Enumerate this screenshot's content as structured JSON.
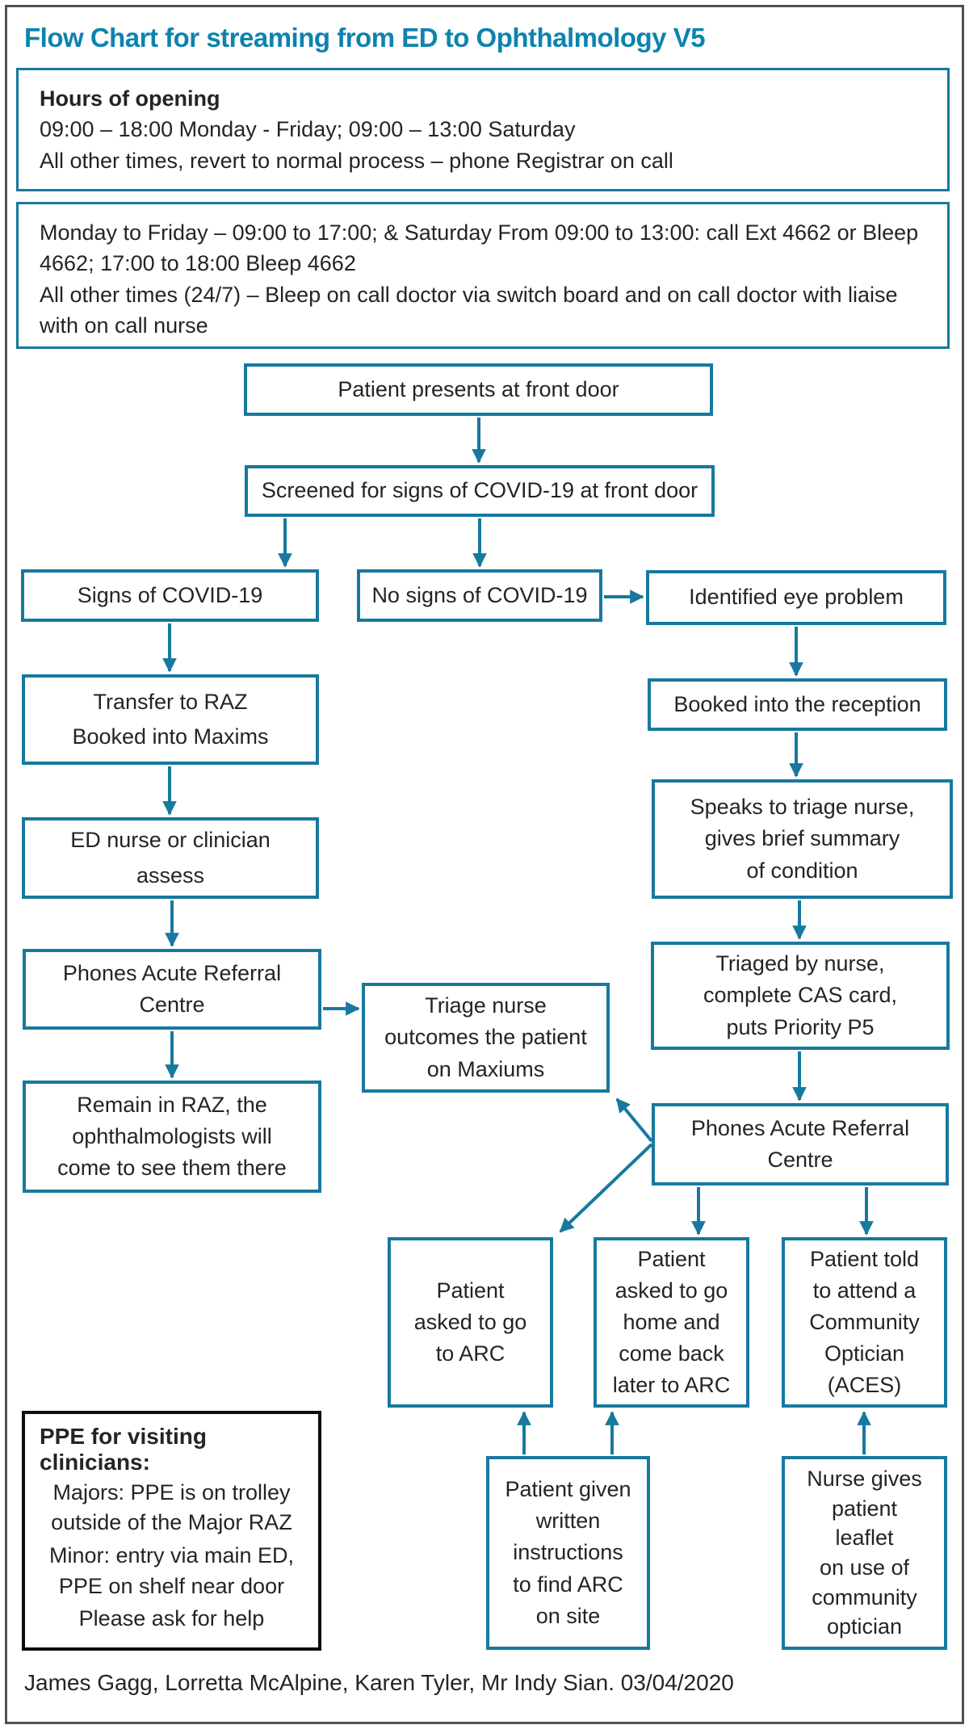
{
  "title": "Flow Chart for streaming from ED to Ophthalmology V5",
  "info_boxes": [
    {
      "heading": "Hours of opening",
      "lines": [
        "09:00 – 18:00 Monday - Friday; 09:00 – 13:00 Saturday",
        "All other times, revert to normal process – phone Registrar on call"
      ]
    },
    {
      "heading": "",
      "lines": [
        "Monday to Friday – 09:00 to 17:00; & Saturday From 09:00 to 13:00: call Ext 4662 or Bleep 4662; 17:00 to 18:00 Bleep 4662",
        "All other times (24/7) – Bleep on call doctor via switch board and on call doctor with liaise with on call nurse"
      ]
    }
  ],
  "nodes": [
    {
      "id": "present",
      "label": "Patient presents at front door"
    },
    {
      "id": "screened",
      "label": "Screened for signs of COVID-19 at front door"
    },
    {
      "id": "signs",
      "label": "Signs of COVID-19"
    },
    {
      "id": "nosigns",
      "label": "No signs of COVID-19"
    },
    {
      "id": "eye",
      "label": "Identified eye problem"
    },
    {
      "id": "transfer",
      "label": "Transfer to RAZ\nBooked into Maxims"
    },
    {
      "id": "reception",
      "label": "Booked into the reception"
    },
    {
      "id": "ednurse",
      "label": "ED nurse or clinician\nassess"
    },
    {
      "id": "speaks",
      "label": "Speaks to triage nurse,\ngives brief summary\nof condition"
    },
    {
      "id": "phones1",
      "label": "Phones Acute Referral\nCentre"
    },
    {
      "id": "triage_outcome",
      "label": "Triage nurse\noutcomes the patient\non Maxiums"
    },
    {
      "id": "triaged",
      "label": "Triaged by nurse,\ncomplete CAS card,\nputs Priority P5"
    },
    {
      "id": "remain",
      "label": "Remain in RAZ, the\nophthalmologists will\ncome to see them there"
    },
    {
      "id": "phones2",
      "label": "Phones Acute Referral\nCentre"
    },
    {
      "id": "go_arc",
      "label": "Patient\nasked to go\nto ARC"
    },
    {
      "id": "go_home",
      "label": "Patient\nasked to go\nhome and\ncome back\nlater to ARC"
    },
    {
      "id": "optician",
      "label": "Patient told\nto attend a\nCommunity\nOptician\n(ACES)"
    },
    {
      "id": "written",
      "label": "Patient given\nwritten\ninstructions\nto find ARC\non site"
    },
    {
      "id": "leaflet",
      "label": "Nurse gives\npatient\nleaflet\non use of\ncommunity\noptician"
    }
  ],
  "edges": [
    {
      "from": "present",
      "to": "screened"
    },
    {
      "from": "screened",
      "to": "signs"
    },
    {
      "from": "screened",
      "to": "nosigns"
    },
    {
      "from": "nosigns",
      "to": "eye"
    },
    {
      "from": "signs",
      "to": "transfer"
    },
    {
      "from": "eye",
      "to": "reception"
    },
    {
      "from": "transfer",
      "to": "ednurse"
    },
    {
      "from": "reception",
      "to": "speaks"
    },
    {
      "from": "ednurse",
      "to": "phones1"
    },
    {
      "from": "speaks",
      "to": "triaged"
    },
    {
      "from": "phones1",
      "to": "triage_outcome"
    },
    {
      "from": "phones1",
      "to": "remain"
    },
    {
      "from": "triaged",
      "to": "phones2"
    },
    {
      "from": "phones2",
      "to": "triage_outcome"
    },
    {
      "from": "phones2",
      "to": "go_arc"
    },
    {
      "from": "phones2",
      "to": "go_home"
    },
    {
      "from": "phones2",
      "to": "optician"
    },
    {
      "from": "written",
      "to": "go_arc"
    },
    {
      "from": "written",
      "to": "go_home"
    },
    {
      "from": "leaflet",
      "to": "optician"
    }
  ],
  "ppe_box": {
    "heading": "PPE for visiting clinicians:",
    "paragraphs": [
      "Majors: PPE is on trolley\noutside of the Major RAZ",
      "Minor: entry via main ED,\nPPE on shelf near door",
      "Please ask for help"
    ]
  },
  "footer": "James Gagg, Lorretta McAlpine, Karen Tyler, Mr Indy Sian. 03/04/2020",
  "colors": {
    "accent": "#17799e",
    "title": "#0d83ae",
    "text": "#262324",
    "ppe_border": "#0e0e0e",
    "page_border": "#505052"
  }
}
